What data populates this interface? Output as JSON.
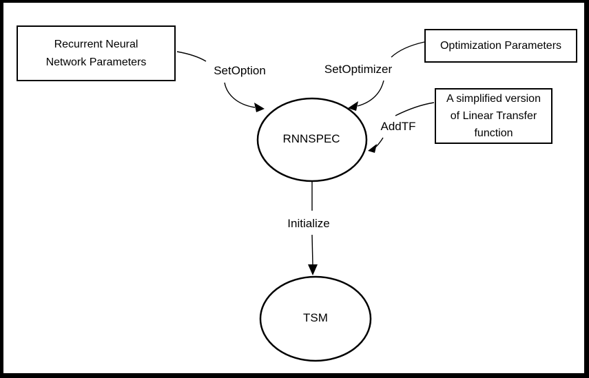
{
  "diagram": {
    "boxes": {
      "rnn_params": {
        "text": "Recurrent Neural\nNetwork Parameters"
      },
      "opt_params": {
        "text": "Optimization Parameters"
      },
      "transfer_fn": {
        "text": "A simplified version\nof Linear Transfer\nfunction"
      }
    },
    "nodes": {
      "rnnspec": {
        "label": "RNNSPEC"
      },
      "tsm": {
        "label": "TSM"
      }
    },
    "edge_labels": {
      "set_option": "SetOption",
      "set_optimizer": "SetOptimizer",
      "add_tf": "AddTF",
      "initialize": "Initialize"
    },
    "colors": {
      "stroke": "#000000",
      "text": "#000000",
      "background": "#ffffff"
    }
  }
}
